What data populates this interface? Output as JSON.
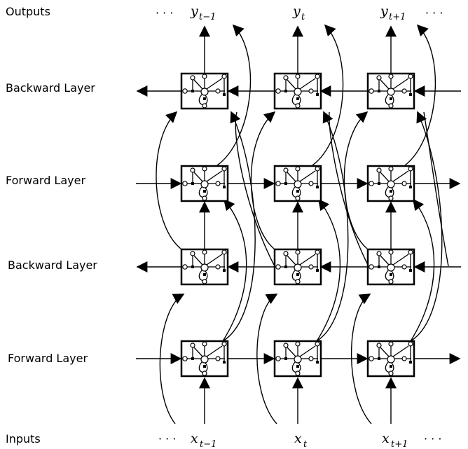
{
  "row_labels": {
    "outputs": "Outputs",
    "backward_top": "Backward Layer",
    "forward_top": "Forward Layer",
    "backward_bottom": "Backward Layer",
    "forward_bottom": "Forward Layer",
    "inputs": "Inputs"
  },
  "ellipsis": "· · ·",
  "outputs": [
    {
      "base": "y",
      "sub": "t−1"
    },
    {
      "base": "y",
      "sub": "t"
    },
    {
      "base": "y",
      "sub": "t+1"
    }
  ],
  "inputs": [
    {
      "base": "x",
      "sub": "t−1"
    },
    {
      "base": "x",
      "sub": "t"
    },
    {
      "base": "x",
      "sub": "t+1"
    }
  ]
}
